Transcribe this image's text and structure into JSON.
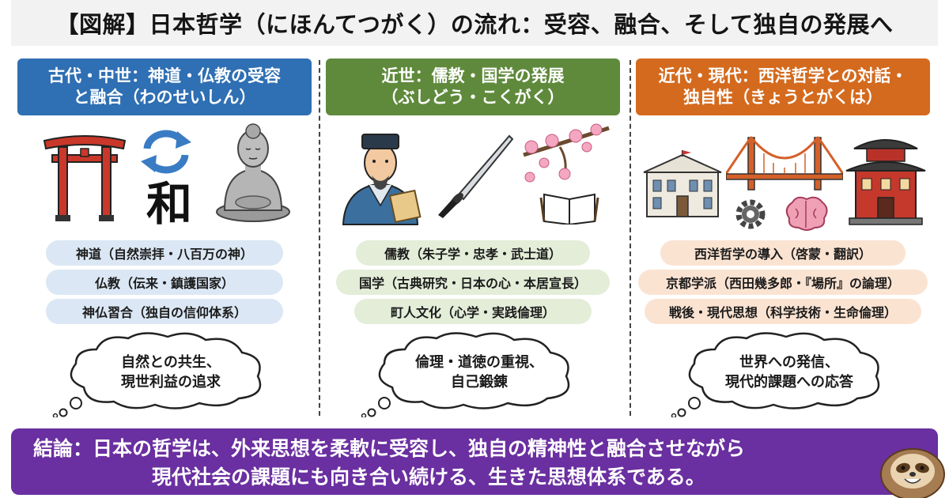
{
  "title": "【図解】日本哲学（にほんてつがく）の流れ：受容、融合、そして独自の発展へ",
  "columns": [
    {
      "header_line1": "古代・中世：神道・仏教の受容",
      "header_line2": "と融合（わのせいしん）",
      "icon_kanji": "和",
      "items": [
        "神道（自然崇拝・八百万の神）",
        "仏教（伝来・鎮護国家）",
        "神仏習合（独自の信仰体系）"
      ],
      "thought_line1": "自然との共生、",
      "thought_line2": "現世利益の追求"
    },
    {
      "header_line1": "近世：儒教・国学の発展",
      "header_line2": "（ぶしどう・こくがく）",
      "items": [
        "儒教（朱子学・忠孝・武士道）",
        "国学（古典研究・日本の心・本居宣長）",
        "町人文化（心学・実践倫理）"
      ],
      "thought_line1": "倫理・道徳の重視、",
      "thought_line2": "自己鍛錬"
    },
    {
      "header_line1": "近代・現代：西洋哲学との対話・",
      "header_line2": "独自性（きょうとがくは）",
      "items": [
        "西洋哲学の導入（啓蒙・翻訳）",
        "京都学派（西田幾多郎・『場所』の論理）",
        "戦後・現代思想（科学技術・生命倫理）"
      ],
      "thought_line1": "世界への発信、",
      "thought_line2": "現代的課題への応答"
    }
  ],
  "conclusion": {
    "line1": "結論：日本の哲学は、外来思想を柔軟に受容し、独自の精神性と融合させながら",
    "line2": "現代社会の課題にも向き合い続ける、生きた思想体系である。"
  },
  "colors": {
    "era1": "#2f6fb3",
    "era2": "#5f8a3c",
    "era3": "#d46a1e",
    "conclusion": "#6a2fa0"
  }
}
